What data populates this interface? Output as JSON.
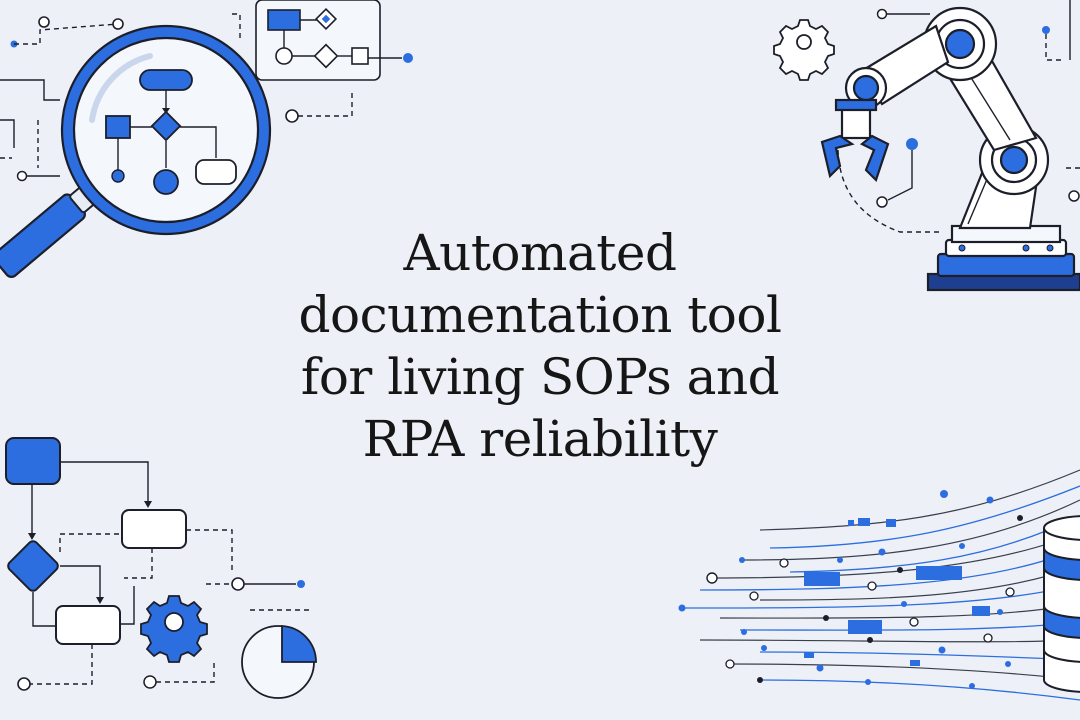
{
  "title": {
    "lines": [
      "Automated",
      "documentation tool",
      "for living SOPs and",
      "RPA reliability"
    ]
  },
  "colors": {
    "background": "#edf1f7",
    "accent_blue": "#2c6de0",
    "ink": "#161616",
    "line": "#1c1f2a"
  },
  "illustrations": [
    "magnifying-glass-flowchart",
    "small-flowchart-frame",
    "robotic-arm",
    "gear-icon",
    "flowchart-diagram",
    "pie-chart-icon",
    "database-data-streams"
  ]
}
